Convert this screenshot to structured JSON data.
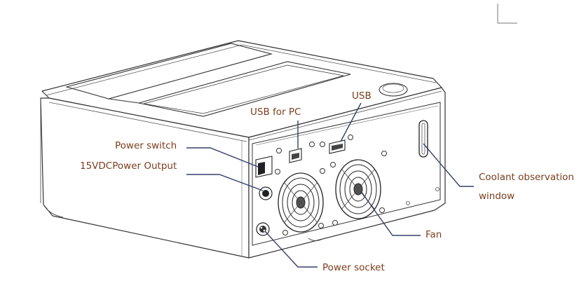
{
  "labels": {
    "usb_for_pc": "USB for PC",
    "usb": "USB",
    "power_switch": "Power switch",
    "dc_output": "15VDCPower Output",
    "coolant_line1": "Coolant observation",
    "coolant_line2": "window",
    "fan": "Fan",
    "power_socket": "Power socket"
  },
  "colors": {
    "outline": "#333333",
    "leader": "#33406a",
    "label_text": "#7a3e1e",
    "body_fill": "#ffffff"
  }
}
